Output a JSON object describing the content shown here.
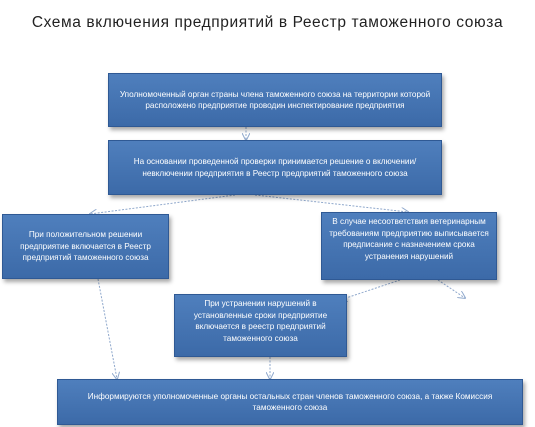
{
  "diagram": {
    "title": "Схема включения предприятий в Реестр таможенного союза",
    "nodes": {
      "authority": "Уполномоченный орган страны члена таможенного союза на территории которой расположено предприятие проводин инспектирование предприятия",
      "decision": "На основании проведенной проверки принимается решение о включении/невключении предприятия в Реестр предприятий таможенного союза",
      "positive": "При положительном решении предприятие включается в Реестр предприятий таможенного союза",
      "mismatch": "В случае несоответствия ветеринарным требованиям предприятию выписывается предписание с назначением срока устранения нарушений",
      "remedied": "При устранении нарушений в установленные сроки предприятие включается в реестр предприятий таможенного союза",
      "inform": "Информируются уполномоченные органы остальных стран членов таможенного союза, а также Комиссия таможенного союза"
    },
    "colors": {
      "box_fill": "#4a7ab8",
      "box_border": "#2f5994",
      "box_text": "#ffffff",
      "arrow": "#8fa8cc"
    }
  }
}
